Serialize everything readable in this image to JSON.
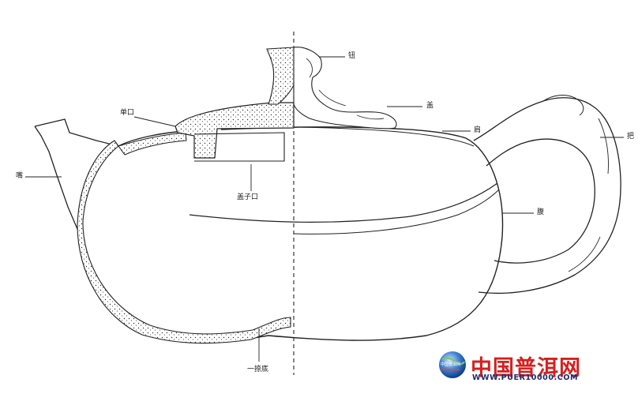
{
  "labels": {
    "knob": "钮",
    "lid": "盖",
    "rim": "肩",
    "handle": "把",
    "single_mouth": "单口",
    "spout": "嘴",
    "lid_seat": "盖子口",
    "belly": "腹",
    "base": "一捺底"
  },
  "watermark": {
    "name": "中国普洱网",
    "url": "WWW.PUER10000.COM",
    "logo_caption": "中国普洱网"
  }
}
